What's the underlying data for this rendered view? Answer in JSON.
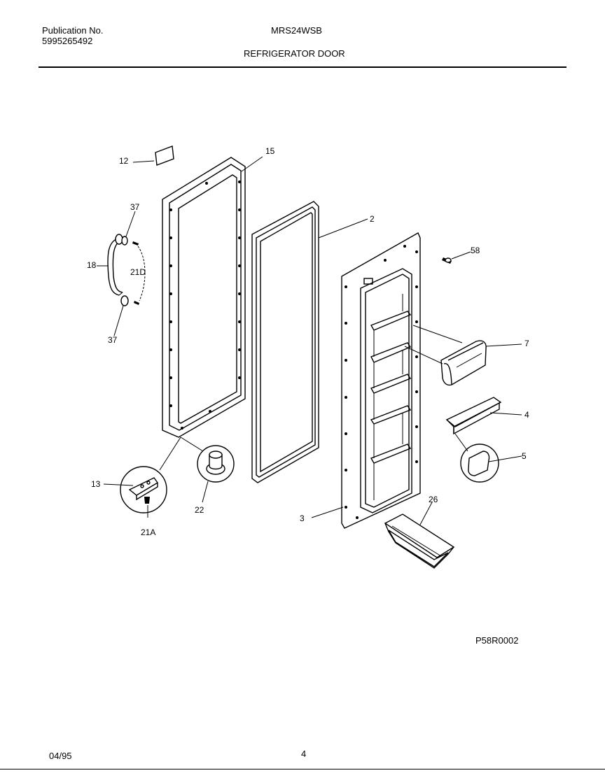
{
  "header": {
    "publication_label": "Publication No.",
    "publication_number": "5995265492",
    "model": "MRS24WSB",
    "section_title": "REFRIGERATOR DOOR"
  },
  "diagram": {
    "callouts": {
      "c12": "12",
      "c15": "15",
      "c2": "2",
      "c37a": "37",
      "c18": "18",
      "c21d": "21D",
      "c37b": "37",
      "c58": "58",
      "c7": "7",
      "c4": "4",
      "c5": "5",
      "c13": "13",
      "c22": "22",
      "c21a": "21A",
      "c3": "3",
      "c26": "26"
    },
    "figure_code": "P58R0002"
  },
  "footer": {
    "date": "04/95",
    "page_number": "4"
  }
}
